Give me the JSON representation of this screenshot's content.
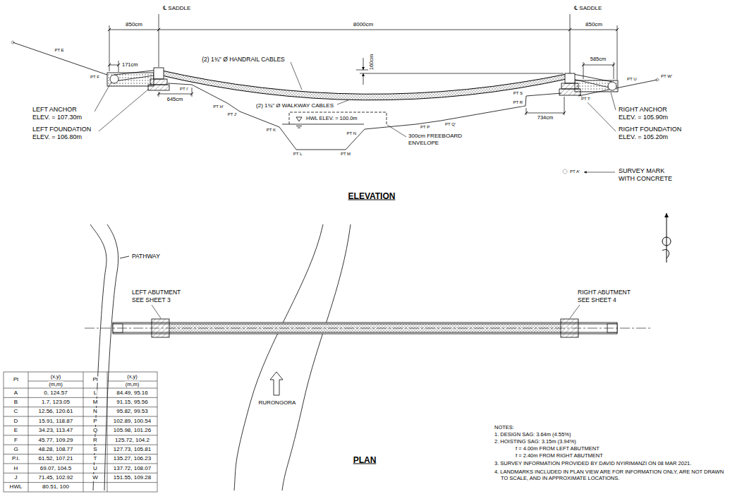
{
  "diagram": {
    "labels": [
      "850cm",
      "℄ SADDLE",
      "8000cm",
      "℄ SADDLE",
      "850cm",
      "171cm",
      "160cm",
      "(2) 1¾\" Ø HANDRAIL CABLES",
      "585cm",
      "PT E",
      "PT F",
      "PT I'",
      "PT H'",
      "PT J'",
      "645cm",
      "(2) 1¾\" Ø WALKWAY CABLES",
      "HWL ELEV. = 100.0m",
      "PT K",
      "PT N",
      "PT L",
      "PT M",
      "300cm FREEBOARD ENVELOPE",
      "PT Q'",
      "PT P",
      "PT S",
      "PT R",
      "734cm",
      "PT T",
      "PT U",
      "PT W'",
      "LEFT ANCHOR ELEV. = 107.30m",
      "LEFT FOUNDATION ELEV. = 106.80m",
      "RIGHT ANCHOR ELEV. = 105.90m",
      "RIGHT FOUNDATION ELEV. = 105.20m",
      "PT A'",
      "SURVEY MARK WITH CONCRETE",
      "ELEVATION",
      "PATHWAY",
      "LEFT ABUTMENT SEE SHEET 3",
      "RIGHT ABUTMENT SEE SHEET 4",
      "RURONGORA",
      "PLAN",
      "NOTES:",
      "1. DESIGN SAG: 3.64m (4.55%)",
      "2. HOISTING SAG: 3.15m (3.94%)",
      "f = 4.00m FROM LEFT ABUTMENT",
      "f = 2.40m FROM RIGHT ABUTMENT",
      "3. SURVEY INFORMATION PROVIDED BY DAVID NYIRIMANZI ON 08 MAR 2021.",
      "4. LANDMARKS INCLUDED IN PLAN VIEW ARE FOR INFORMATION ONLY, ARE NOT DRAWN TO SCALE, AND IN APPROXIMATE LOCATIONS.",
      "Pt",
      "(x,y)",
      "Pt",
      "(x,y)",
      "(m,m)",
      "(m,m)",
      "A",
      "0, 124.57",
      "L",
      "84.49, 95.16",
      "B",
      "1.7, 123.05",
      "M",
      "91.15, 95.56",
      "C",
      "12.56, 120.61",
      "N",
      "95.82, 99.53",
      "D",
      "15.91, 118.87",
      "P",
      "102.89, 100.54",
      "E",
      "34.23, 113.47",
      "Q",
      "105.98, 101.26",
      "F",
      "45.77, 109.29",
      "R",
      "125.72, 104.2",
      "G",
      "48.28, 108.77",
      "S",
      "127.73, 105.81",
      "P.I.",
      "61.52, 107.21",
      "T",
      "135.27, 106.23",
      "H",
      "69.07, 104.5",
      "U",
      "137.72, 108.07",
      "J",
      "71.45, 102.92",
      "W",
      "151.55, 109.28",
      "HWL",
      "80.51, 100"
    ]
  }
}
